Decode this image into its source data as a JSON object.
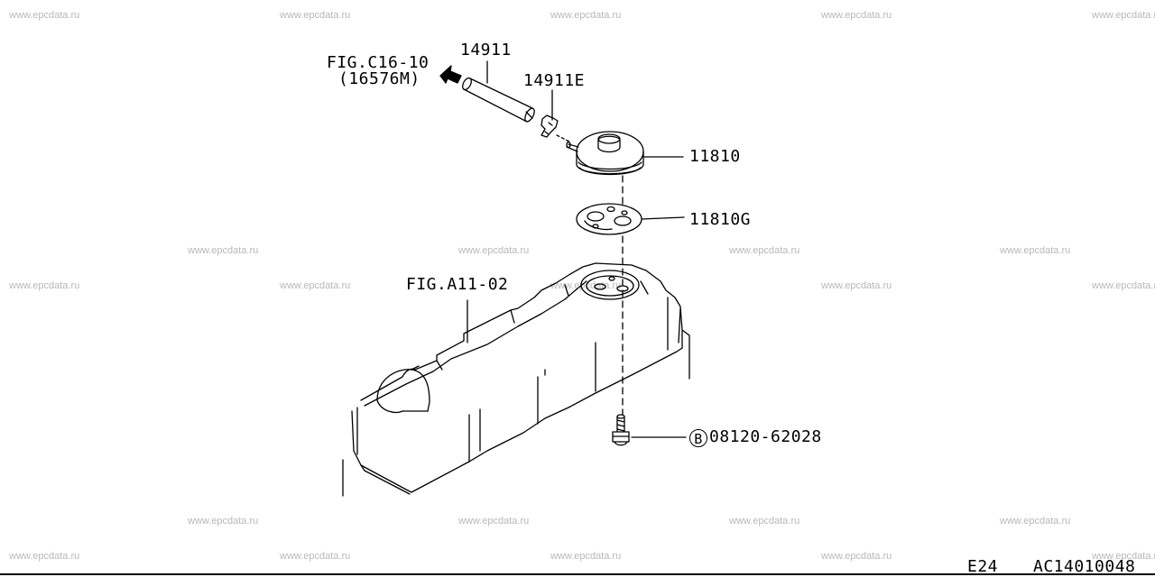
{
  "watermark": "www.epcdata.ru",
  "labels": {
    "fig_c16_10": "FIG.C16-10",
    "fig_c16_10_sub": "(16576M)",
    "part_14911": "14911",
    "part_14911e": "14911E",
    "part_11810": "11810",
    "part_11810g": "11810G",
    "fig_a11_02": "FIG.A11-02",
    "bolt_symbol": "B",
    "bolt_part": "08120-62028"
  },
  "footer": {
    "engine_code": "E24",
    "diagram_code": "AC14010048"
  }
}
